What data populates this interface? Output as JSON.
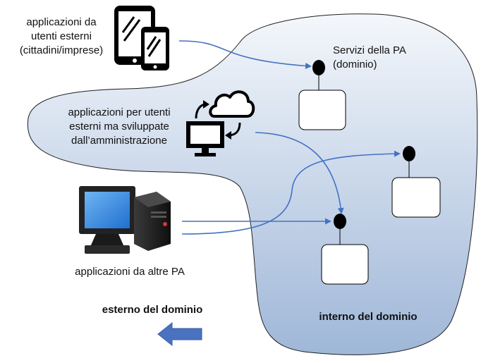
{
  "labels": {
    "external_users": [
      "applicazioni da",
      "utenti esterni",
      "(cittadini/imprese)"
    ],
    "admin_apps": [
      "applicazioni per utenti",
      "esterni ma sviluppate",
      "dall’amministrazione"
    ],
    "other_pa": "applicazioni da altre PA",
    "services": [
      "Servizi della PA",
      "(dominio)"
    ],
    "external_domain": "esterno del dominio",
    "internal_domain": "interno del dominio"
  },
  "colors": {
    "domain_fill_top": "#f4f7fb",
    "domain_fill_bottom": "#9fb7d8",
    "domain_stroke": "#1f1f1f",
    "arrow": "#4472c4",
    "arrow_block": "#4a72c0",
    "endpoint": "#000000",
    "service_box_fill": "#ffffff"
  },
  "icons": {
    "external_users": "tablet-and-phone-icon",
    "admin_apps": "cloud-sync-monitor-icon",
    "other_pa": "desktop-computer-icon",
    "direction": "left-arrow-icon"
  }
}
